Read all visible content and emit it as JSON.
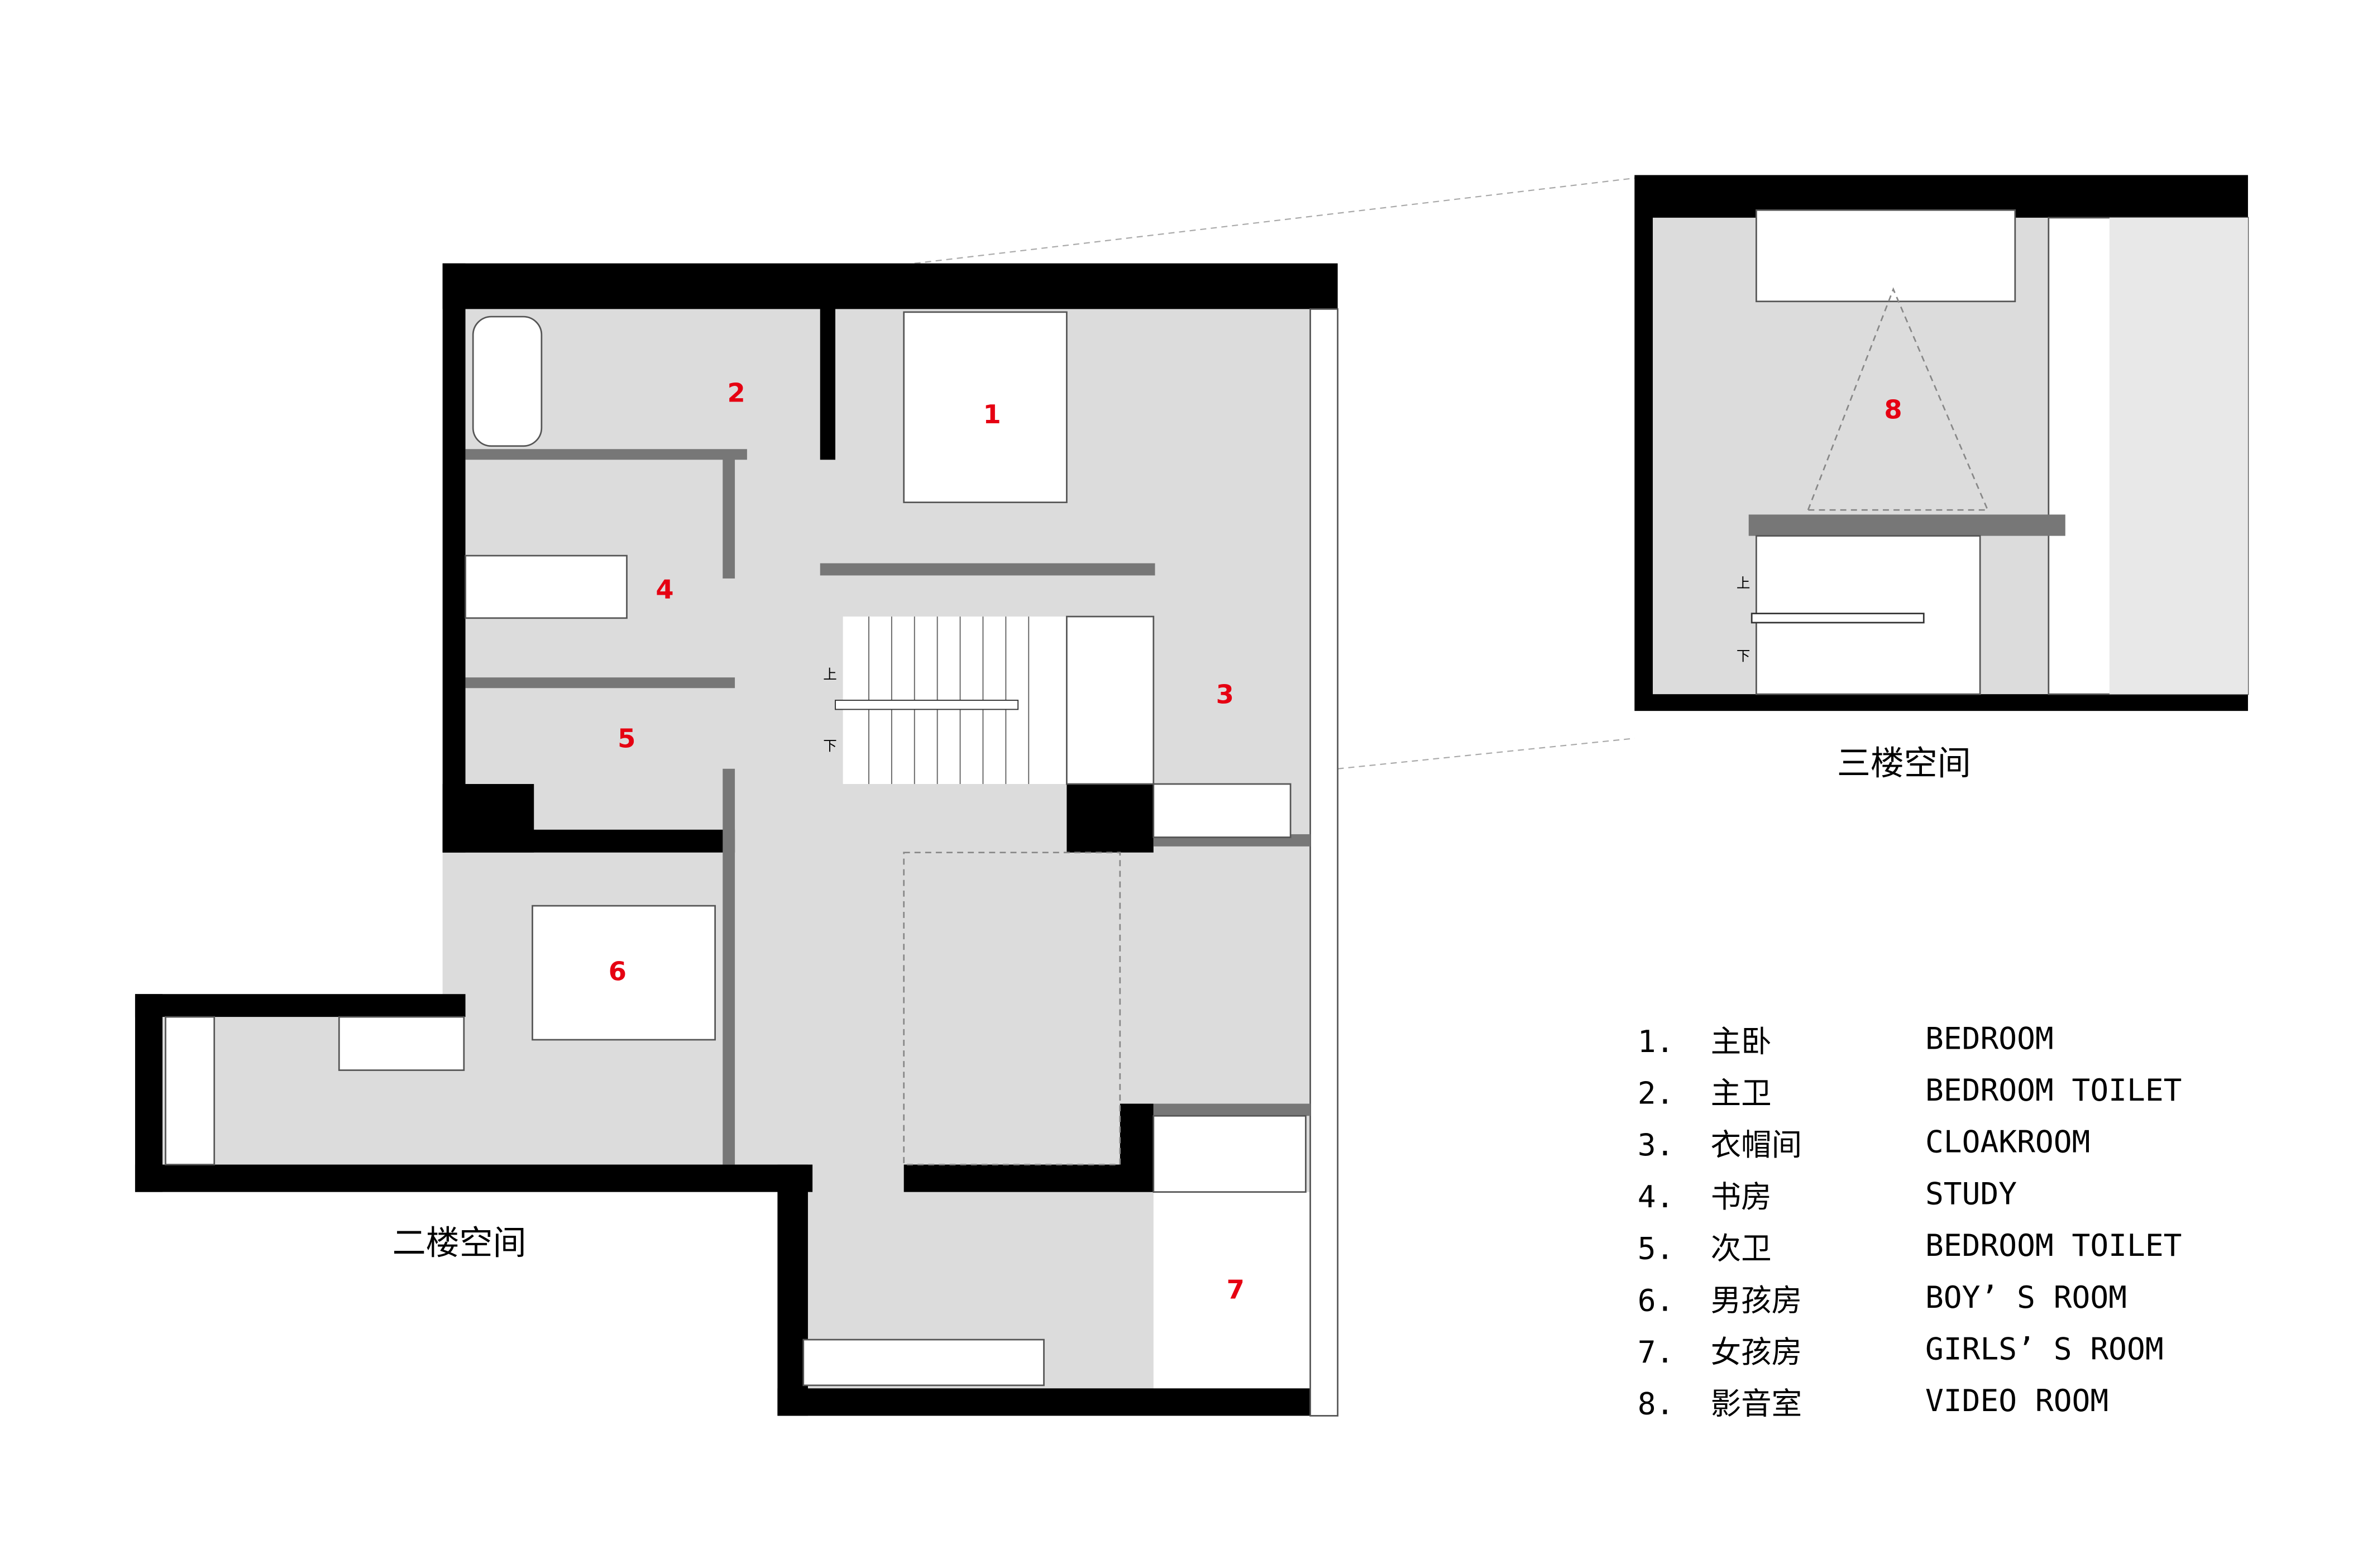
{
  "floor2": {
    "caption": "二楼空间",
    "room_numbers": [
      "1",
      "2",
      "3",
      "4",
      "5",
      "6",
      "7"
    ],
    "stair_up": "上",
    "stair_down": "下"
  },
  "floor3": {
    "caption": "三楼空间",
    "room_numbers": [
      "8"
    ],
    "stair_up": "上",
    "stair_down": "下"
  },
  "legend": [
    {
      "no": "1.",
      "cn": "主卧",
      "en": "BEDROOM"
    },
    {
      "no": "2.",
      "cn": "主卫",
      "en": "BEDROOM TOILET"
    },
    {
      "no": "3.",
      "cn": "衣帽间",
      "en": "CLOAKROOM"
    },
    {
      "no": "4.",
      "cn": "书房",
      "en": "STUDY"
    },
    {
      "no": "5.",
      "cn": "次卫",
      "en": "BEDROOM TOILET"
    },
    {
      "no": "6.",
      "cn": "男孩房",
      "en": "BOY’ S ROOM"
    },
    {
      "no": "7.",
      "cn": "女孩房",
      "en": "GIRLS’ S ROOM"
    },
    {
      "no": "8.",
      "cn": "影音室",
      "en": "VIDEO ROOM"
    }
  ],
  "colors": {
    "wall": "#000000",
    "floor": "#dcdcdc",
    "label": "#e60012"
  }
}
